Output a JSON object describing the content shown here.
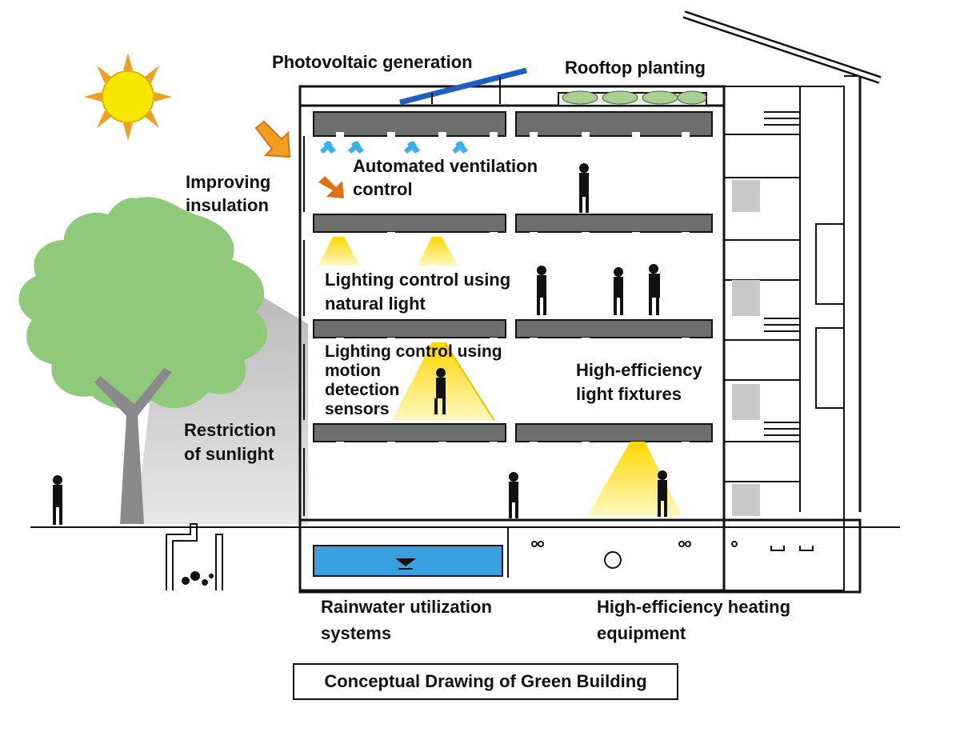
{
  "labels": {
    "photovoltaic": "Photovoltaic generation",
    "rooftop": "Rooftop planting",
    "insulation": "Improving\ninsulation",
    "ventilation": "Automated ventilation\ncontrol",
    "natural_light": "Lighting control using\nnatural light",
    "motion": "Lighting control using\nmotion\ndetection\nsensors",
    "fixtures": "High-efficiency\nlight fixtures",
    "sunlight": "Restriction\nof sunlight",
    "rainwater": "Rainwater utilization\nsystems",
    "heating": "High-efficiency heating\nequipment"
  },
  "caption": "Conceptual Drawing of Green Building",
  "colors": {
    "sun": "#f7e600",
    "sun_rays": "#f0a020",
    "tree": "#8fc97a",
    "tree_trunk": "#8a8a8a",
    "shadow": "#c8c8c8",
    "slab": "#6e6e6e",
    "light": "#ffe84a",
    "water": "#3aa0e0",
    "pv_panel": "#1f5fbf",
    "arrow_in": "#f0a020",
    "arrow_out": "#e07010",
    "vent": "#39b0f0",
    "line": "#111111"
  },
  "icons": [
    "sun-icon",
    "solar-panel-icon",
    "plant-icon",
    "tree-icon",
    "person-icon",
    "ventilation-icon",
    "light-cone-icon",
    "water-level-icon",
    "heat-arrow-icon"
  ]
}
